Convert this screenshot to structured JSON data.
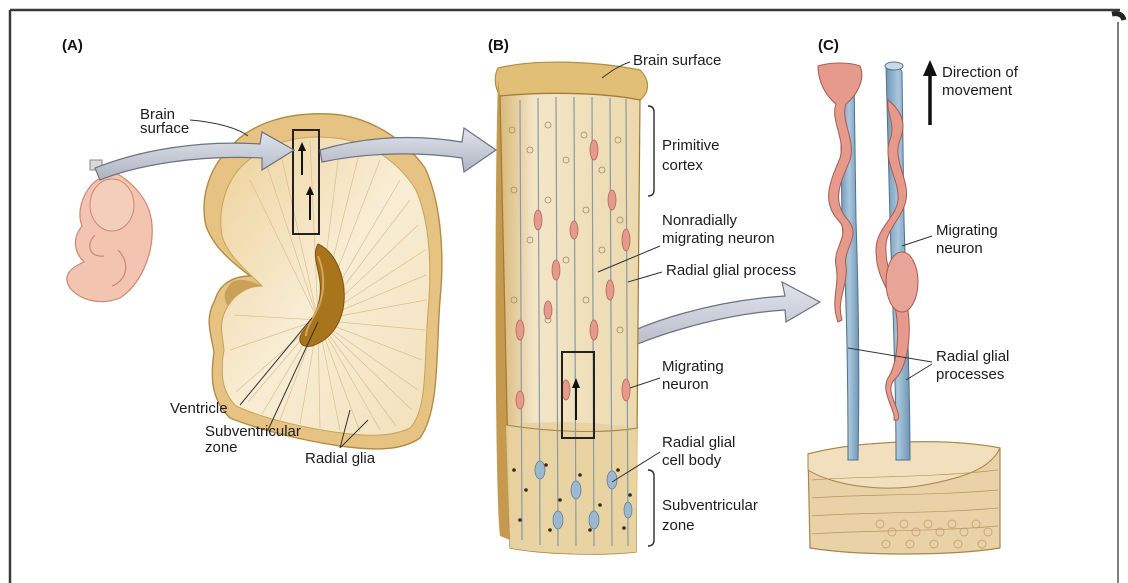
{
  "panels": {
    "a": {
      "tag": "(A)",
      "labels": {
        "brain_surface": "Brain\nsurface",
        "ventricle": "Ventricle",
        "subventricular_zone": "Subventricular\nzone",
        "radial_glia": "Radial glia"
      }
    },
    "b": {
      "tag": "(B)",
      "labels": {
        "brain_surface": "Brain surface",
        "primitive_cortex": "Primitive\ncortex",
        "nonradially_migrating_neuron": "Nonradially\nmigrating neuron",
        "radial_glial_process": "Radial glial process",
        "migrating_neuron": "Migrating\nneuron",
        "radial_glial_cell_body": "Radial glial\ncell body",
        "subventricular_zone": "Subventricular\nzone"
      }
    },
    "c": {
      "tag": "(C)",
      "labels": {
        "direction_of_movement": "Direction of\nmovement",
        "migrating_neuron": "Migrating\nneuron",
        "radial_glial_processes": "Radial glial\nprocesses"
      }
    }
  },
  "colors": {
    "brain_tan": "#e9cc8e",
    "brain_light": "#f7ecd2",
    "ventricle_brown": "#a8741c",
    "arrow_gray": "#c6cbd6",
    "glial_blue": "#8fb3cc",
    "neuron_pink": "#e59a8c",
    "embryo_pink": "#f3c4b0",
    "frame": "#333333"
  }
}
